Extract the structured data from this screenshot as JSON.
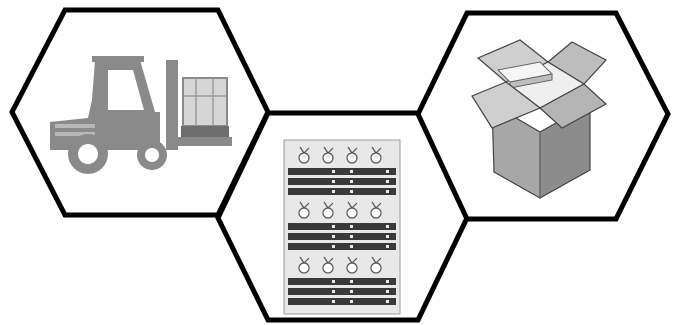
{
  "panels": [
    {
      "id": "forklift",
      "icon": "forklift-icon"
    },
    {
      "id": "shelving",
      "icon": "produce-rack-icon"
    },
    {
      "id": "box",
      "icon": "open-cardboard-box-icon"
    }
  ],
  "colors": {
    "background": "#ffffff",
    "hexagon_stroke": "#000000",
    "forklift_body": "#8a8a8a",
    "forklift_wheel": "#ffffff",
    "crate_fill": "#d6d6d6",
    "crate_base": "#6e6e6e",
    "rack_frame": "#e8e8e8",
    "rack_shelf": "#3a3a3a",
    "produce_outline": "#555555",
    "box_light": "#cfcfcf",
    "box_mid": "#a7a7a7",
    "box_dark": "#8c8c8c"
  }
}
